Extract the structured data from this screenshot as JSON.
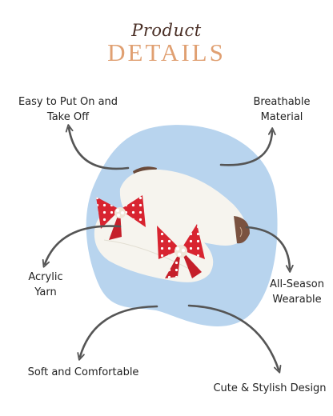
{
  "header": {
    "script_title": "Product",
    "main_title": "DETAILS"
  },
  "features": {
    "easy_on": [
      "Easy to Put On and",
      "Take Off"
    ],
    "breathable": [
      "Breathable",
      "Material"
    ],
    "acrylic": [
      "Acrylic",
      "Yarn"
    ],
    "all_season": [
      "All-Season",
      "Wearable"
    ],
    "soft": "Soft and Comfortable",
    "stylish": "Cute & Stylish Design"
  },
  "icons": {
    "arrow": "curved-arrow-icon",
    "product": "baby-shoes-image"
  },
  "colors": {
    "blob": "#b8d4ee",
    "arrow": "#555555",
    "bow": "#d82430",
    "shoe": "#f6f4ee",
    "accent_title": "#e0a072"
  }
}
